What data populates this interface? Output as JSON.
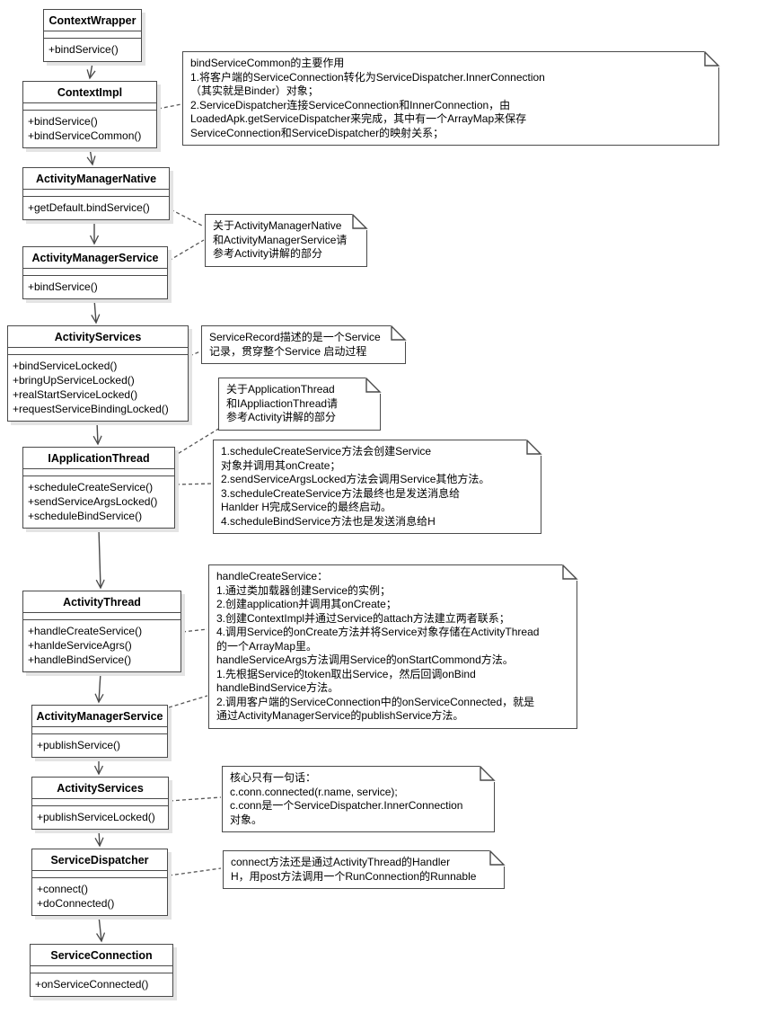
{
  "classes": [
    {
      "name": "ContextWrapper",
      "methods": [
        "+bindService()"
      ]
    },
    {
      "name": "ContextImpl",
      "methods": [
        "+bindService()",
        "+bindServiceCommon()"
      ]
    },
    {
      "name": "ActivityManagerNative",
      "methods": [
        "+getDefault.bindService()"
      ]
    },
    {
      "name": "ActivityManagerService",
      "methods": [
        "+bindService()"
      ]
    },
    {
      "name": "ActivityServices",
      "methods": [
        "+bindServiceLocked()",
        "+bringUpServiceLocked()",
        "+realStartServiceLocked()",
        "+requestServiceBindingLocked()"
      ]
    },
    {
      "name": "IApplicationThread",
      "methods": [
        "+scheduleCreateService()",
        "+sendServiceArgsLocked()",
        "+scheduleBindService()"
      ]
    },
    {
      "name": "ActivityThread",
      "methods": [
        "+handleCreateService()",
        "+hanldeServiceAgrs()",
        "+handleBindService()"
      ]
    },
    {
      "name": "ActivityManagerService",
      "methods": [
        "+publishService()"
      ]
    },
    {
      "name": "ActivityServices",
      "methods": [
        "+publishServiceLocked()"
      ]
    },
    {
      "name": "ServiceDispatcher",
      "methods": [
        "+connect()",
        "+doConnected()"
      ]
    },
    {
      "name": "ServiceConnection",
      "methods": [
        "+onServiceConnected()"
      ]
    }
  ],
  "notes": [
    {
      "text": "bindServiceCommon的主要作用\n1.将客户端的ServiceConnection转化为ServiceDispatcher.InnerConnection\n（其实就是Binder）对象；\n2.ServiceDispatcher连接ServiceConnection和InnerConnection，由\nLoadedApk.getServiceDispatcher来完成，其中有一个ArrayMap来保存\nServiceConnection和ServiceDispatcher的映射关系；"
    },
    {
      "text": "关于ActivityManagerNative\n和ActivityManagerService请\n参考Activity讲解的部分"
    },
    {
      "text": "ServiceRecord描述的是一个Service\n记录，贯穿整个Service 启动过程"
    },
    {
      "text": "关于ApplicationThread\n和IAppliactionThread请\n参考Activity讲解的部分"
    },
    {
      "text": "1.scheduleCreateService方法会创建Service\n对象并调用其onCreate；\n2.sendServiceArgsLocked方法会调用Service其他方法。\n3.scheduleCreateService方法最终也是发送消息给\nHanlder H完成Service的最终启动。\n4.scheduleBindService方法也是发送消息给H"
    },
    {
      "text": "handleCreateService：\n1.通过类加载器创建Service的实例；\n2.创建application并调用其onCreate；\n3.创建ContextImpl并通过Service的attach方法建立两者联系；\n4.调用Service的onCreate方法并将Service对象存储在ActivityThread\n的一个ArrayMap里。\nhandleServiceArgs方法调用Service的onStartCommond方法。\n1.先根据Service的token取出Service，然后回调onBind\nhandleBindService方法。\n2.调用客户端的ServiceConnection中的onServiceConnected，就是\n通过ActivityManagerService的publishService方法。"
    },
    {
      "text": "核心只有一句话：\nc.conn.connected(r.name, service);\nc.conn是一个ServiceDispatcher.InnerConnection\n对象。"
    },
    {
      "text": "connect方法还是通过ActivityThread的Handler\nH，用post方法调用一个RunConnection的Runnable"
    }
  ],
  "colors": {
    "border": "#4a4a4a",
    "shadow": "#e4e4e4",
    "background": "#ffffff",
    "text": "#000000"
  }
}
